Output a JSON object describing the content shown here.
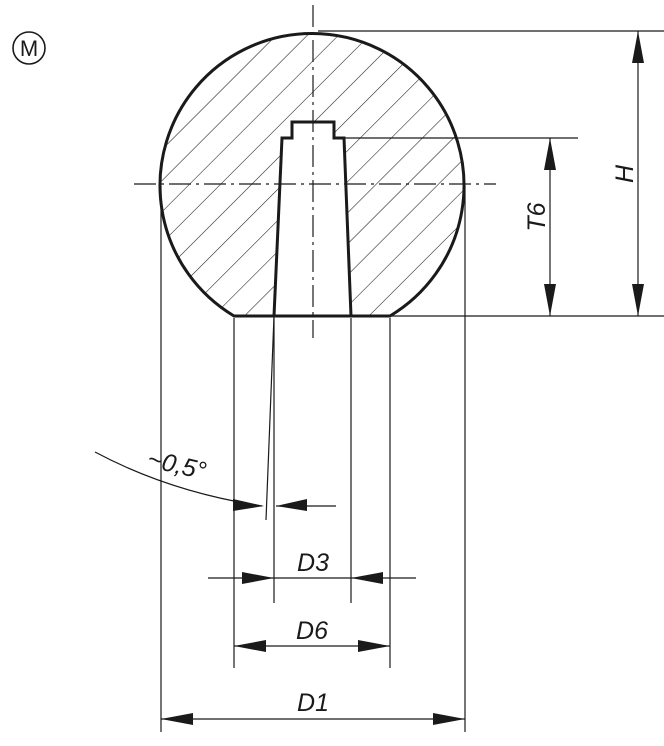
{
  "material_mark": "M",
  "labels": {
    "h": "H",
    "t6": "T6",
    "angle": "~0,5°",
    "d3": "D3",
    "d6": "D6",
    "d1": "D1"
  },
  "colors": {
    "ink": "#1a1a1a",
    "background": "#ffffff"
  }
}
